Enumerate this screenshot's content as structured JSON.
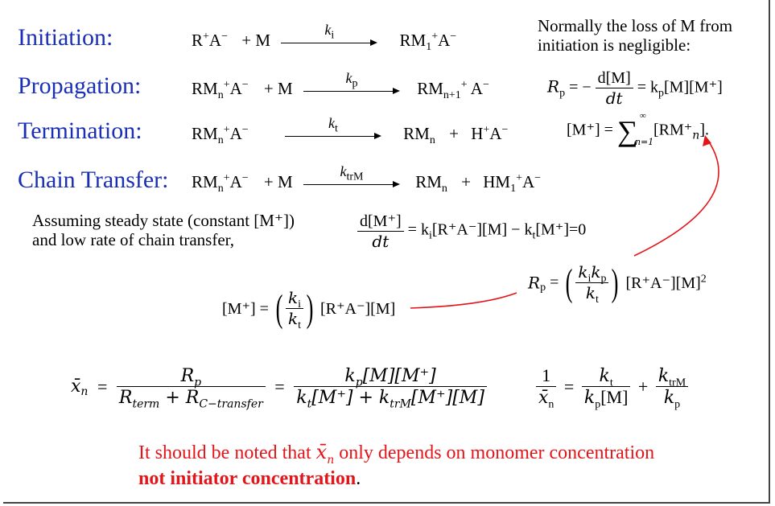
{
  "stages": {
    "initiation": "Initiation:",
    "propagation": "Propagation:",
    "termination": "Termination:",
    "chain_transfer": "Chain Transfer:"
  },
  "reactions": {
    "initiation": {
      "reactant": "R A",
      "plus": "+ M",
      "k": "k",
      "k_sub": "i",
      "product": "RM A",
      "product_sub": "1"
    },
    "propagation": {
      "reactant": "RM A",
      "reactant_sub": "n",
      "plus": "+ M",
      "k": "k",
      "k_sub": "p",
      "product": "RM A",
      "product_sub": "n+1"
    },
    "termination": {
      "reactant": "RM A",
      "reactant_sub": "n",
      "k": "k",
      "k_sub": "t",
      "product1": "RM",
      "product1_sub": "n",
      "plus": "+",
      "product2": "H A"
    },
    "chain_transfer": {
      "reactant": "RM A",
      "reactant_sub": "n",
      "plus": "+ M",
      "k": "k",
      "k_sub": "trM",
      "product1": "RM",
      "product1_sub": "n",
      "plus2": "+",
      "product2": "HM A",
      "product2_sub": "1"
    }
  },
  "note_top": {
    "line1": "Normally the loss of M from",
    "line2": "initiation is negligible:"
  },
  "assumption": {
    "line1": "Assuming steady state (constant [M⁺])",
    "line2": "and low rate of chain transfer,"
  },
  "equations": {
    "rp_def": {
      "lhs": "R",
      "lhs_sub": "p",
      "eq": "= −",
      "num": "d[M]",
      "den": "dt",
      "rhs": "= k",
      "rhs_sub": "p",
      "rhs_tail": "[M][M⁺]"
    },
    "m_sum": {
      "lhs": "[M⁺] =",
      "sum": "∑",
      "upper": "∞",
      "lower": "n=1",
      "term": "[RM⁺",
      "term_sub": "n",
      "term_tail": "]."
    },
    "steady": {
      "num": "d[M⁺]",
      "den": "dt",
      "rhs": "= k",
      "rhs_sub": "i",
      "rhs_mid": "[R⁺A⁻][M] − k",
      "rhs_sub2": "t",
      "rhs_tail": "[M⁺]=0"
    },
    "m_conc": {
      "lhs": "[M⁺] =",
      "num": "k",
      "num_sub": "i",
      "den": "k",
      "den_sub": "t",
      "tail": "[R⁺A⁻][M]"
    },
    "rp_final": {
      "lhs": "R",
      "lhs_sub": "p",
      "eq": "=",
      "num": "k",
      "num_sub": "i",
      "num2": "k",
      "num2_sub": "p",
      "den": "k",
      "den_sub": "t",
      "tail": "[R⁺A⁻][M]",
      "tail_sup": "2"
    },
    "xn": {
      "lhs": "x̄",
      "lhs_sub": "n",
      "eq": "=",
      "f1_num": "R",
      "f1_num_sub": "p",
      "f1_den": "R",
      "f1_den_sub1": "term",
      "f1_den_plus": " + R",
      "f1_den_sub2": "C−transfer",
      "eq2": "=",
      "f2_num": "k",
      "f2_num_sub": "p",
      "f2_num_tail": "[M][M⁺]",
      "f2_den": "k",
      "f2_den_sub1": "t",
      "f2_den_mid": "[M⁺] + k",
      "f2_den_sub2": "trM",
      "f2_den_tail": "[M⁺][M]"
    },
    "inverse": {
      "num": "1",
      "den": "x̄",
      "den_sub": "n",
      "eq": "=",
      "f1_num": "k",
      "f1_num_sub": "t",
      "f1_den": "k",
      "f1_den_sub": "p",
      "f1_den_tail": "[M]",
      "plus": "+",
      "f2_num": "k",
      "f2_num_sub": "trM",
      "f2_den": "k",
      "f2_den_sub": "p"
    }
  },
  "conclusion": {
    "part1": "It should be noted that ",
    "xn": "x̄",
    "xn_sub": "n",
    "part2": " only depends on monomer concentration",
    "bold": "not initiator concentration",
    "end": "."
  },
  "colors": {
    "stage_blue": "#1a2fb3",
    "accent_red": "#e3151a"
  }
}
